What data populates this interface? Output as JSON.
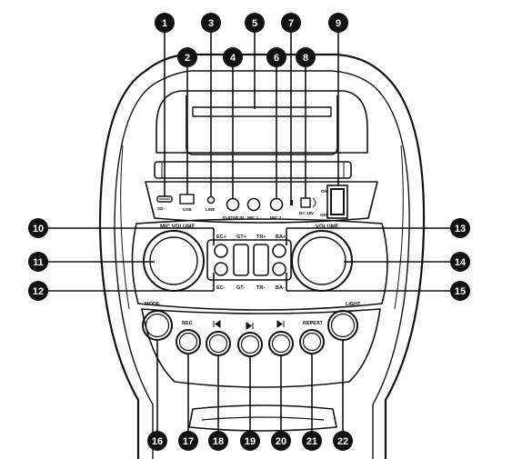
{
  "callouts": [
    "1",
    "2",
    "3",
    "4",
    "5",
    "6",
    "7",
    "8",
    "9",
    "10",
    "11",
    "12",
    "13",
    "14",
    "15",
    "16",
    "17",
    "18",
    "19",
    "20",
    "21",
    "22"
  ],
  "ports": {
    "sd": "SD",
    "usb": "USB",
    "line": "LINE",
    "guitar": "GUITAR IN",
    "mic1": "MIC 1",
    "mic2": "MIC 2",
    "dc": "DC 18V",
    "on": "ON",
    "off": "OFF"
  },
  "knobs": {
    "mic_volume": "MIC VOLUME",
    "volume": "VOLUME"
  },
  "eq": {
    "top": [
      "EC+",
      "GT+",
      "TR+",
      "BA+"
    ],
    "bottom": [
      "EC-",
      "GT-",
      "TR-",
      "BA-"
    ]
  },
  "buttons": {
    "mode": "MODE",
    "rec": "REC",
    "repeat": "REPEAT",
    "light": "LIGHT"
  }
}
